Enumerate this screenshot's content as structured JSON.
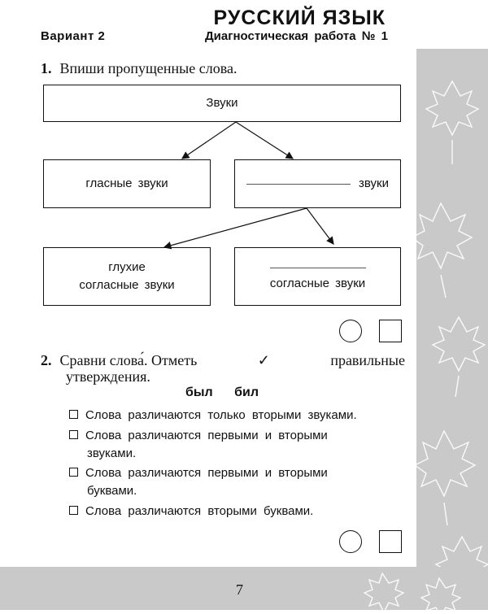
{
  "header": {
    "subject": "РУССКИЙ ЯЗЫК",
    "variant": "Вариант 2",
    "work_title": "Диагностическая работа № 1"
  },
  "task1": {
    "number": "1.",
    "instruction": "Впиши пропущенные слова.",
    "root_box": "Звуки",
    "level2_left": "гласные звуки",
    "level2_right_suffix": "звуки",
    "level3_left_line1": "глухие",
    "level3_left_line2": "согласные звуки",
    "level3_right": "согласные звуки"
  },
  "task2": {
    "number": "2.",
    "instruction_part1": "Сравни слова́. Отметь",
    "checkmark": "✓",
    "instruction_part2": "правильные",
    "instruction_line2": "утверждения.",
    "words": "был бил",
    "options": [
      {
        "line1": "Слова различаются только вторыми звуками.",
        "line2": ""
      },
      {
        "line1": "Слова различаются первыми и вторыми",
        "line2": "звуками."
      },
      {
        "line1": "Слова различаются первыми и вторыми",
        "line2": "буквами."
      },
      {
        "line1": "Слова различаются вторыми буквами.",
        "line2": ""
      }
    ]
  },
  "page_number": "7",
  "colors": {
    "panel": "#c9c9c9",
    "ink": "#111111"
  },
  "icons": [
    "maple-leaf-icon",
    "score-circle-icon",
    "score-square-icon",
    "checkbox-icon",
    "checkmark-icon"
  ]
}
